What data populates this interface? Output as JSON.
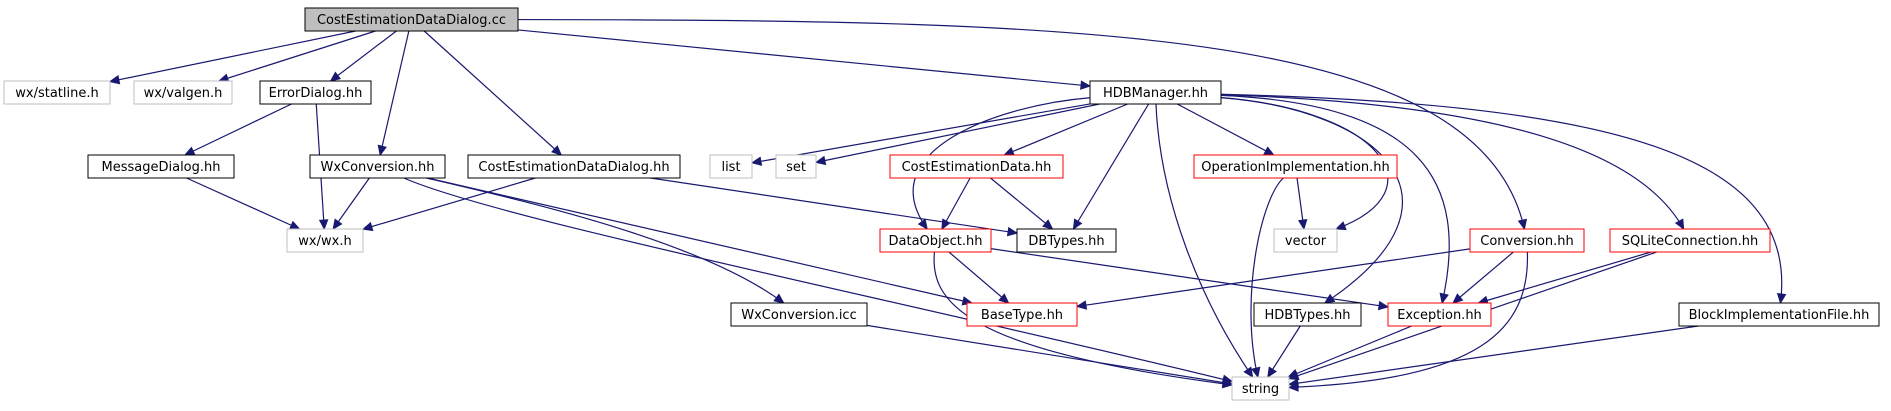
{
  "graph": {
    "nodes": [
      {
        "id": "root",
        "label": "CostEstimationDataDialog.cc",
        "style": "root"
      },
      {
        "id": "statline",
        "label": "wx/statline.h",
        "style": "external"
      },
      {
        "id": "valgen",
        "label": "wx/valgen.h",
        "style": "external"
      },
      {
        "id": "errordialog",
        "label": "ErrorDialog.hh",
        "style": "documented"
      },
      {
        "id": "hdbmanager",
        "label": "HDBManager.hh",
        "style": "documented"
      },
      {
        "id": "messagedialog",
        "label": "MessageDialog.hh",
        "style": "documented"
      },
      {
        "id": "wxconversion",
        "label": "WxConversion.hh",
        "style": "documented"
      },
      {
        "id": "cedialoghh",
        "label": "CostEstimationDataDialog.hh",
        "style": "documented"
      },
      {
        "id": "list",
        "label": "list",
        "style": "external"
      },
      {
        "id": "set",
        "label": "set",
        "style": "external"
      },
      {
        "id": "cedata",
        "label": "CostEstimationData.hh",
        "style": "truncated"
      },
      {
        "id": "opimpl",
        "label": "OperationImplementation.hh",
        "style": "truncated"
      },
      {
        "id": "wxwx",
        "label": "wx/wx.h",
        "style": "external"
      },
      {
        "id": "dataobject",
        "label": "DataObject.hh",
        "style": "truncated"
      },
      {
        "id": "dbtypes",
        "label": "DBTypes.hh",
        "style": "documented"
      },
      {
        "id": "vector",
        "label": "vector",
        "style": "external"
      },
      {
        "id": "conversion",
        "label": "Conversion.hh",
        "style": "truncated"
      },
      {
        "id": "sqlite",
        "label": "SQLiteConnection.hh",
        "style": "truncated"
      },
      {
        "id": "wxconvicc",
        "label": "WxConversion.icc",
        "style": "documented"
      },
      {
        "id": "basetype",
        "label": "BaseType.hh",
        "style": "truncated"
      },
      {
        "id": "hdbtypes",
        "label": "HDBTypes.hh",
        "style": "documented"
      },
      {
        "id": "exception",
        "label": "Exception.hh",
        "style": "truncated"
      },
      {
        "id": "blockimpl",
        "label": "BlockImplementationFile.hh",
        "style": "documented"
      },
      {
        "id": "string",
        "label": "string",
        "style": "external"
      }
    ],
    "edges": [
      [
        "root",
        "statline"
      ],
      [
        "root",
        "valgen"
      ],
      [
        "root",
        "errordialog"
      ],
      [
        "root",
        "wxconversion"
      ],
      [
        "root",
        "cedialoghh"
      ],
      [
        "root",
        "hdbmanager"
      ],
      [
        "root",
        "conversion"
      ],
      [
        "errordialog",
        "messagedialog"
      ],
      [
        "errordialog",
        "wxwx"
      ],
      [
        "messagedialog",
        "wxwx"
      ],
      [
        "wxconversion",
        "wxwx"
      ],
      [
        "wxconversion",
        "wxconvicc"
      ],
      [
        "wxconversion",
        "basetype"
      ],
      [
        "wxconversion",
        "string"
      ],
      [
        "cedialoghh",
        "wxwx"
      ],
      [
        "cedialoghh",
        "dbtypes"
      ],
      [
        "hdbmanager",
        "list"
      ],
      [
        "hdbmanager",
        "set"
      ],
      [
        "hdbmanager",
        "cedata"
      ],
      [
        "hdbmanager",
        "dataobject"
      ],
      [
        "hdbmanager",
        "dbtypes"
      ],
      [
        "hdbmanager",
        "opimpl"
      ],
      [
        "hdbmanager",
        "vector"
      ],
      [
        "hdbmanager",
        "hdbtypes"
      ],
      [
        "hdbmanager",
        "exception"
      ],
      [
        "hdbmanager",
        "string"
      ],
      [
        "hdbmanager",
        "sqlite"
      ],
      [
        "hdbmanager",
        "blockimpl"
      ],
      [
        "cedata",
        "dataobject"
      ],
      [
        "cedata",
        "dbtypes"
      ],
      [
        "opimpl",
        "vector"
      ],
      [
        "opimpl",
        "string"
      ],
      [
        "dataobject",
        "basetype"
      ],
      [
        "dataobject",
        "exception"
      ],
      [
        "dataobject",
        "string"
      ],
      [
        "conversion",
        "basetype"
      ],
      [
        "conversion",
        "exception"
      ],
      [
        "conversion",
        "string"
      ],
      [
        "sqlite",
        "exception"
      ],
      [
        "sqlite",
        "string"
      ],
      [
        "wxconvicc",
        "string"
      ],
      [
        "hdbtypes",
        "string"
      ],
      [
        "exception",
        "string"
      ],
      [
        "blockimpl",
        "string"
      ]
    ],
    "colors": {
      "edge": "#191970",
      "root_fill": "#bfbfbf",
      "documented_border": "#000000",
      "truncated_border": "#ff0000",
      "external_border": "#bfbfbf",
      "text": "#000000"
    }
  }
}
